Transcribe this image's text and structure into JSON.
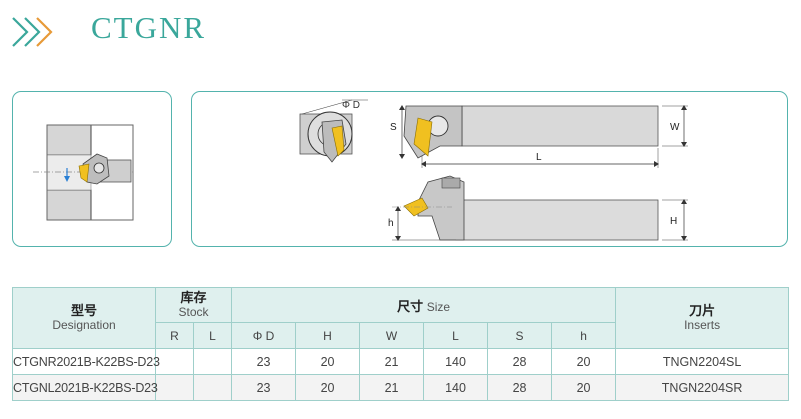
{
  "header": {
    "title": "CTGNR",
    "accent_color": "#3aa79b",
    "icon": "double-chevron-right-icon"
  },
  "diagram": {
    "labels": {
      "phi_d": "Φ D",
      "s": "S",
      "w": "W",
      "l": "L",
      "h_small": "h",
      "h_big": "H"
    },
    "insert_color": "#f0c020"
  },
  "table": {
    "headers": {
      "designation_cn": "型号",
      "designation_en": "Designation",
      "stock_cn": "库存",
      "stock_en": "Stock",
      "stock_r": "R",
      "stock_l": "L",
      "size_cn": "尺寸",
      "size_en": "Size",
      "dims": [
        "Φ D",
        "H",
        "W",
        "L",
        "S",
        "h"
      ],
      "inserts_cn": "刀片",
      "inserts_en": "Inserts"
    },
    "rows": [
      {
        "designation": "CTGNR2021B-K22BS-D23",
        "r": "",
        "l": "",
        "phi_d": "23",
        "h_big": "20",
        "w": "21",
        "length": "140",
        "s": "28",
        "h_small": "20",
        "insert": "TNGN2204SL"
      },
      {
        "designation": "CTGNL2021B-K22BS-D23",
        "r": "",
        "l": "",
        "phi_d": "23",
        "h_big": "20",
        "w": "21",
        "length": "140",
        "s": "28",
        "h_small": "20",
        "insert": "TNGN2204SR"
      }
    ]
  }
}
